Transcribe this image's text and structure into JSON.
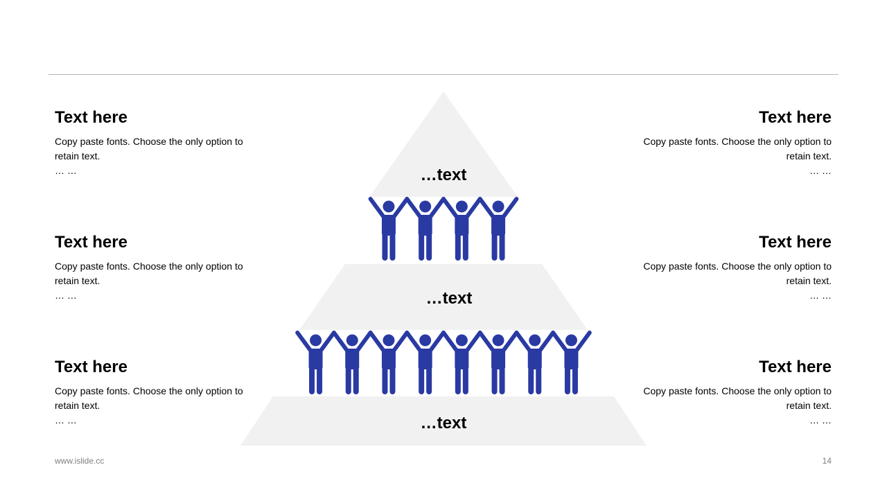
{
  "left_blocks": [
    {
      "title": "Text here",
      "body": "Copy paste fonts. Choose the only option to retain text.",
      "dots": "… …"
    },
    {
      "title": "Text here",
      "body": "Copy paste fonts. Choose the only option to retain text.",
      "dots": "… …"
    },
    {
      "title": "Text here",
      "body": "Copy paste fonts. Choose the only option to retain text.",
      "dots": "… …"
    }
  ],
  "right_blocks": [
    {
      "title": "Text here",
      "body": "Copy paste fonts. Choose the only option to retain text.",
      "dots": "… …"
    },
    {
      "title": "Text here",
      "body": "Copy paste fonts. Choose the only option to retain text.",
      "dots": "… …"
    },
    {
      "title": "Text here",
      "body": "Copy paste fonts. Choose the only option to retain text.",
      "dots": "… …"
    }
  ],
  "pyramid": {
    "tiers": [
      {
        "label": "…text"
      },
      {
        "label": "…text"
      },
      {
        "label": "…text"
      }
    ],
    "people_rows": [
      4,
      8
    ],
    "tier_color": "#f1f1f1",
    "figure_color": "#2a3aa3"
  },
  "footer": {
    "url": "www.islide.cc",
    "page_number": "14"
  }
}
